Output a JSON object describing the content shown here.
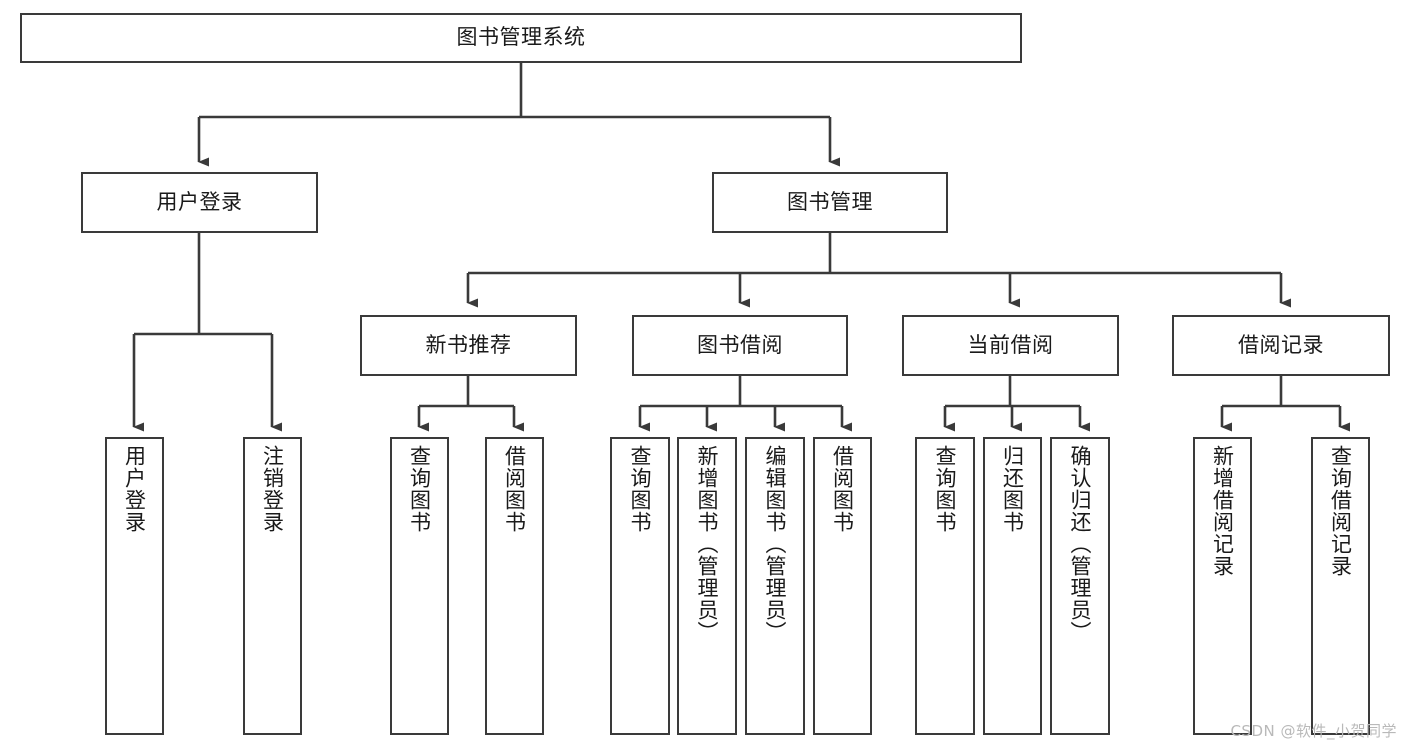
{
  "diagram": {
    "type": "tree-hierarchy",
    "title": "图书管理系统",
    "watermark": "CSDN @软件_小贺同学",
    "colors": {
      "node_border": "#3a3a3a",
      "node_fill": "#ffffff",
      "connector": "#3a3a3a",
      "text": "#1a1a1a",
      "watermark": "#b9b9b9",
      "background": "#ffffff"
    },
    "nodes": {
      "root": {
        "label": "图书管理系统",
        "orientation": "horizontal"
      },
      "level2": [
        {
          "id": "user-login",
          "label": "用户登录",
          "orientation": "horizontal"
        },
        {
          "id": "book-management",
          "label": "图书管理",
          "orientation": "horizontal"
        }
      ],
      "level3": [
        {
          "id": "new-book-recommend",
          "label": "新书推荐",
          "orientation": "horizontal"
        },
        {
          "id": "book-borrow",
          "label": "图书借阅",
          "orientation": "horizontal"
        },
        {
          "id": "current-borrow",
          "label": "当前借阅",
          "orientation": "horizontal"
        },
        {
          "id": "borrow-record",
          "label": "借阅记录",
          "orientation": "horizontal"
        }
      ],
      "leaves": [
        {
          "id": "leaf-user-login",
          "label": "用户登录",
          "parent": "user-login",
          "orientation": "vertical"
        },
        {
          "id": "leaf-user-logout",
          "label": "注销登录",
          "parent": "user-login",
          "orientation": "vertical"
        },
        {
          "id": "leaf-query-book-1",
          "label": "查询图书",
          "parent": "new-book-recommend",
          "orientation": "vertical"
        },
        {
          "id": "leaf-borrow-book-1",
          "label": "借阅图书",
          "parent": "new-book-recommend",
          "orientation": "vertical"
        },
        {
          "id": "leaf-query-book-2",
          "label": "查询图书",
          "parent": "book-borrow",
          "orientation": "vertical"
        },
        {
          "id": "leaf-add-book",
          "label": "新增图书（管理员）",
          "parent": "book-borrow",
          "orientation": "vertical"
        },
        {
          "id": "leaf-edit-book",
          "label": "编辑图书（管理员）",
          "parent": "book-borrow",
          "orientation": "vertical"
        },
        {
          "id": "leaf-borrow-book-2",
          "label": "借阅图书",
          "parent": "book-borrow",
          "orientation": "vertical"
        },
        {
          "id": "leaf-query-book-3",
          "label": "查询图书",
          "parent": "current-borrow",
          "orientation": "vertical"
        },
        {
          "id": "leaf-return-book",
          "label": "归还图书",
          "parent": "current-borrow",
          "orientation": "vertical"
        },
        {
          "id": "leaf-confirm-return",
          "label": "确认归还（管理员）",
          "parent": "current-borrow",
          "orientation": "vertical"
        },
        {
          "id": "leaf-add-record",
          "label": "新增借阅记录",
          "parent": "borrow-record",
          "orientation": "vertical"
        },
        {
          "id": "leaf-query-record",
          "label": "查询借阅记录",
          "parent": "borrow-record",
          "orientation": "vertical"
        }
      ]
    }
  }
}
